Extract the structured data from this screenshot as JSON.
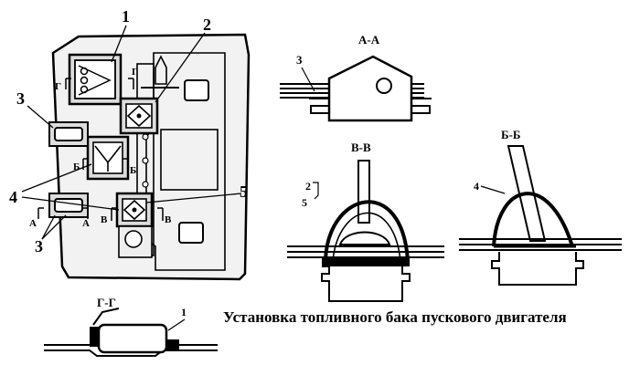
{
  "caption": "Установка топливного бака пускового двигателя",
  "callouts": {
    "n1": "1",
    "n2": "2",
    "n3a": "3",
    "n3b": "3",
    "n4": "4",
    "n5": "5"
  },
  "section_marks": {
    "g_left": "Г",
    "g_right": "Г",
    "b_left": "Б",
    "b_right": "Б",
    "a_left": "А",
    "a_right": "А",
    "v_left": "В",
    "v_right": "В"
  },
  "sections": {
    "aa": {
      "title": "А-А",
      "callout": "3"
    },
    "vv": {
      "title": "В-В",
      "callout_top": "2",
      "callout_bottom": "5"
    },
    "bb": {
      "title": "Б-Б",
      "callout": "4"
    },
    "gg": {
      "title": "Г-Г",
      "callout": "1"
    }
  }
}
